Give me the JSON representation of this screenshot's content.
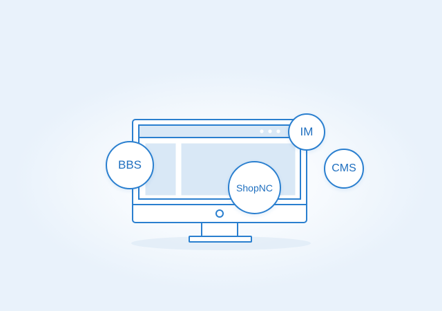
{
  "nodes": {
    "bbs": "BBS",
    "im": "IM",
    "cms": "CMS",
    "shopnc": "ShopNC"
  },
  "colors": {
    "stroke": "#2a7fcf",
    "panel_fill": "#d9e8f6",
    "label": "#1f6fbf"
  },
  "icons": [
    "monitor-icon",
    "browser-window-icon",
    "power-button-icon"
  ]
}
